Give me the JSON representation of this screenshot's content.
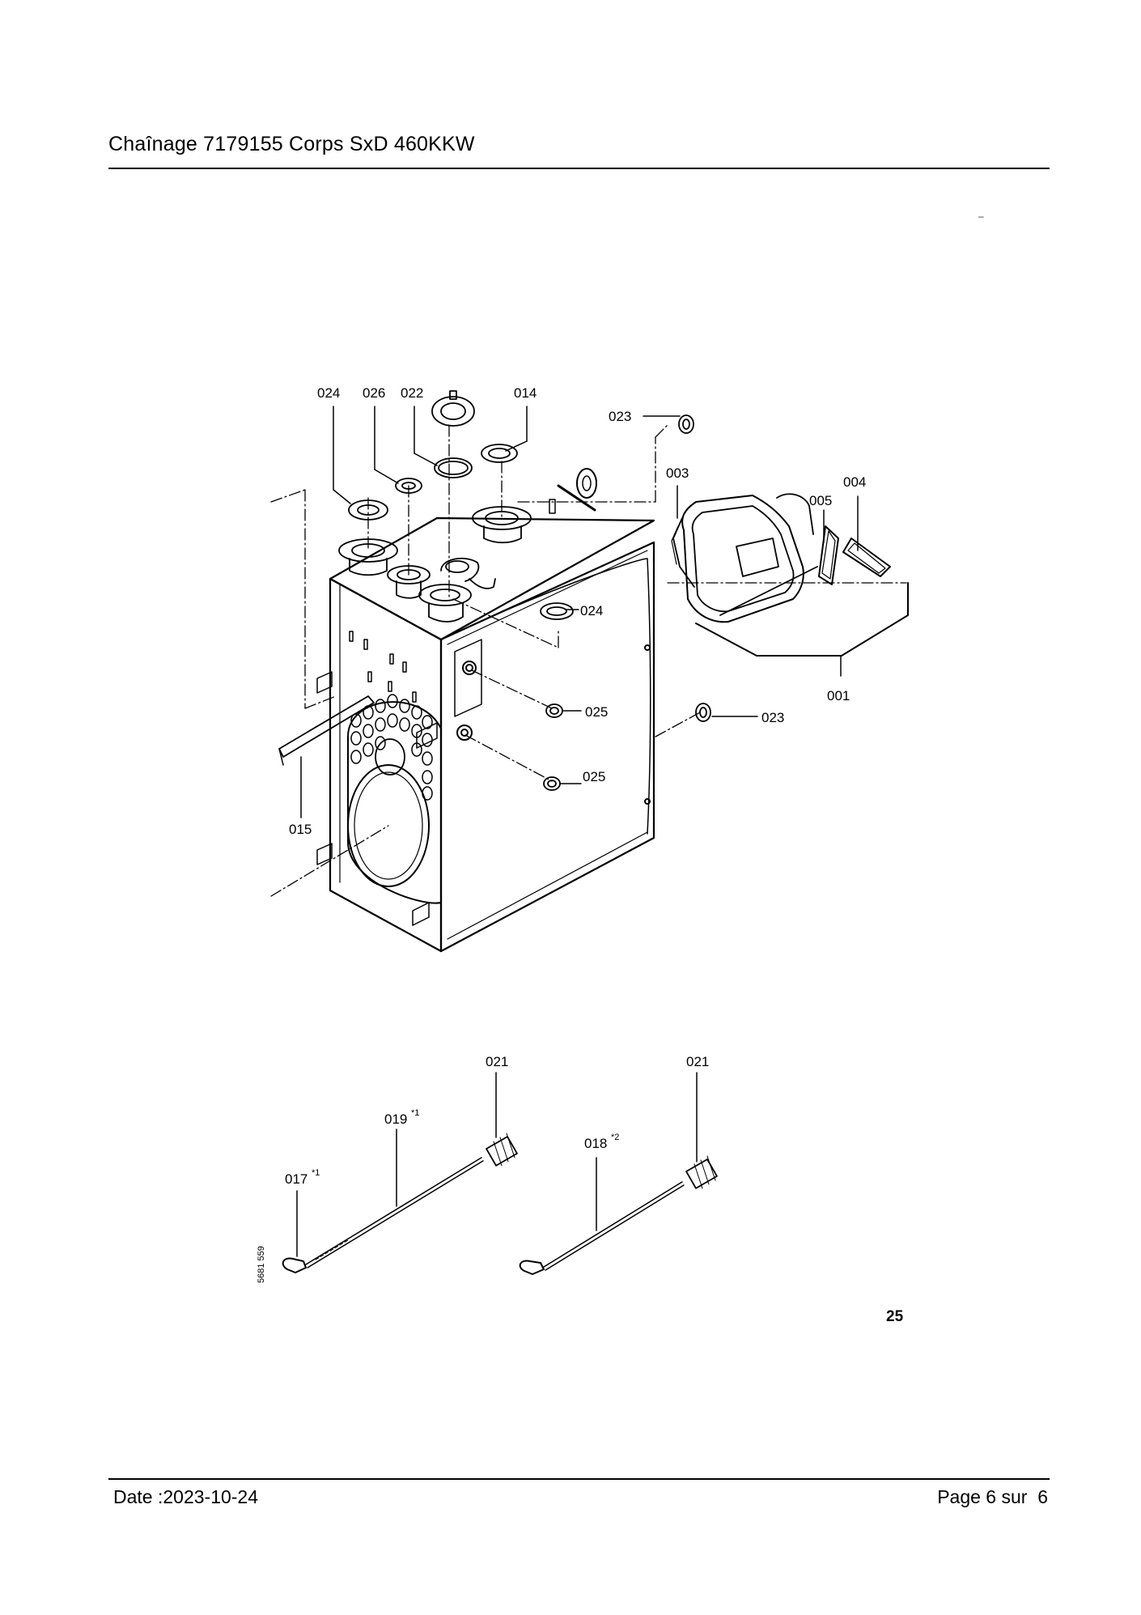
{
  "header": {
    "title": "Chaînage 7179155 Corps SxD 460KKW"
  },
  "mark": "–",
  "drawing": {
    "callouts": {
      "c024a": "024",
      "c026": "026",
      "c022": "022",
      "c014": "014",
      "c023a": "023",
      "c003": "003",
      "c004": "004",
      "c005": "005",
      "c024b": "024",
      "c025a": "025",
      "c023b": "023",
      "c001": "001",
      "c025b": "025",
      "c015": "015",
      "c021a": "021",
      "c021b": "021",
      "c019": "019",
      "c018": "018",
      "c017": "017"
    },
    "superscripts": {
      "s019": "*1",
      "s018": "*2",
      "s017": "*1"
    },
    "drawing_number": "5681 559",
    "page_number": "25"
  },
  "footer": {
    "date": "Date :2023-10-24",
    "page": "Page 6 sur  6"
  }
}
